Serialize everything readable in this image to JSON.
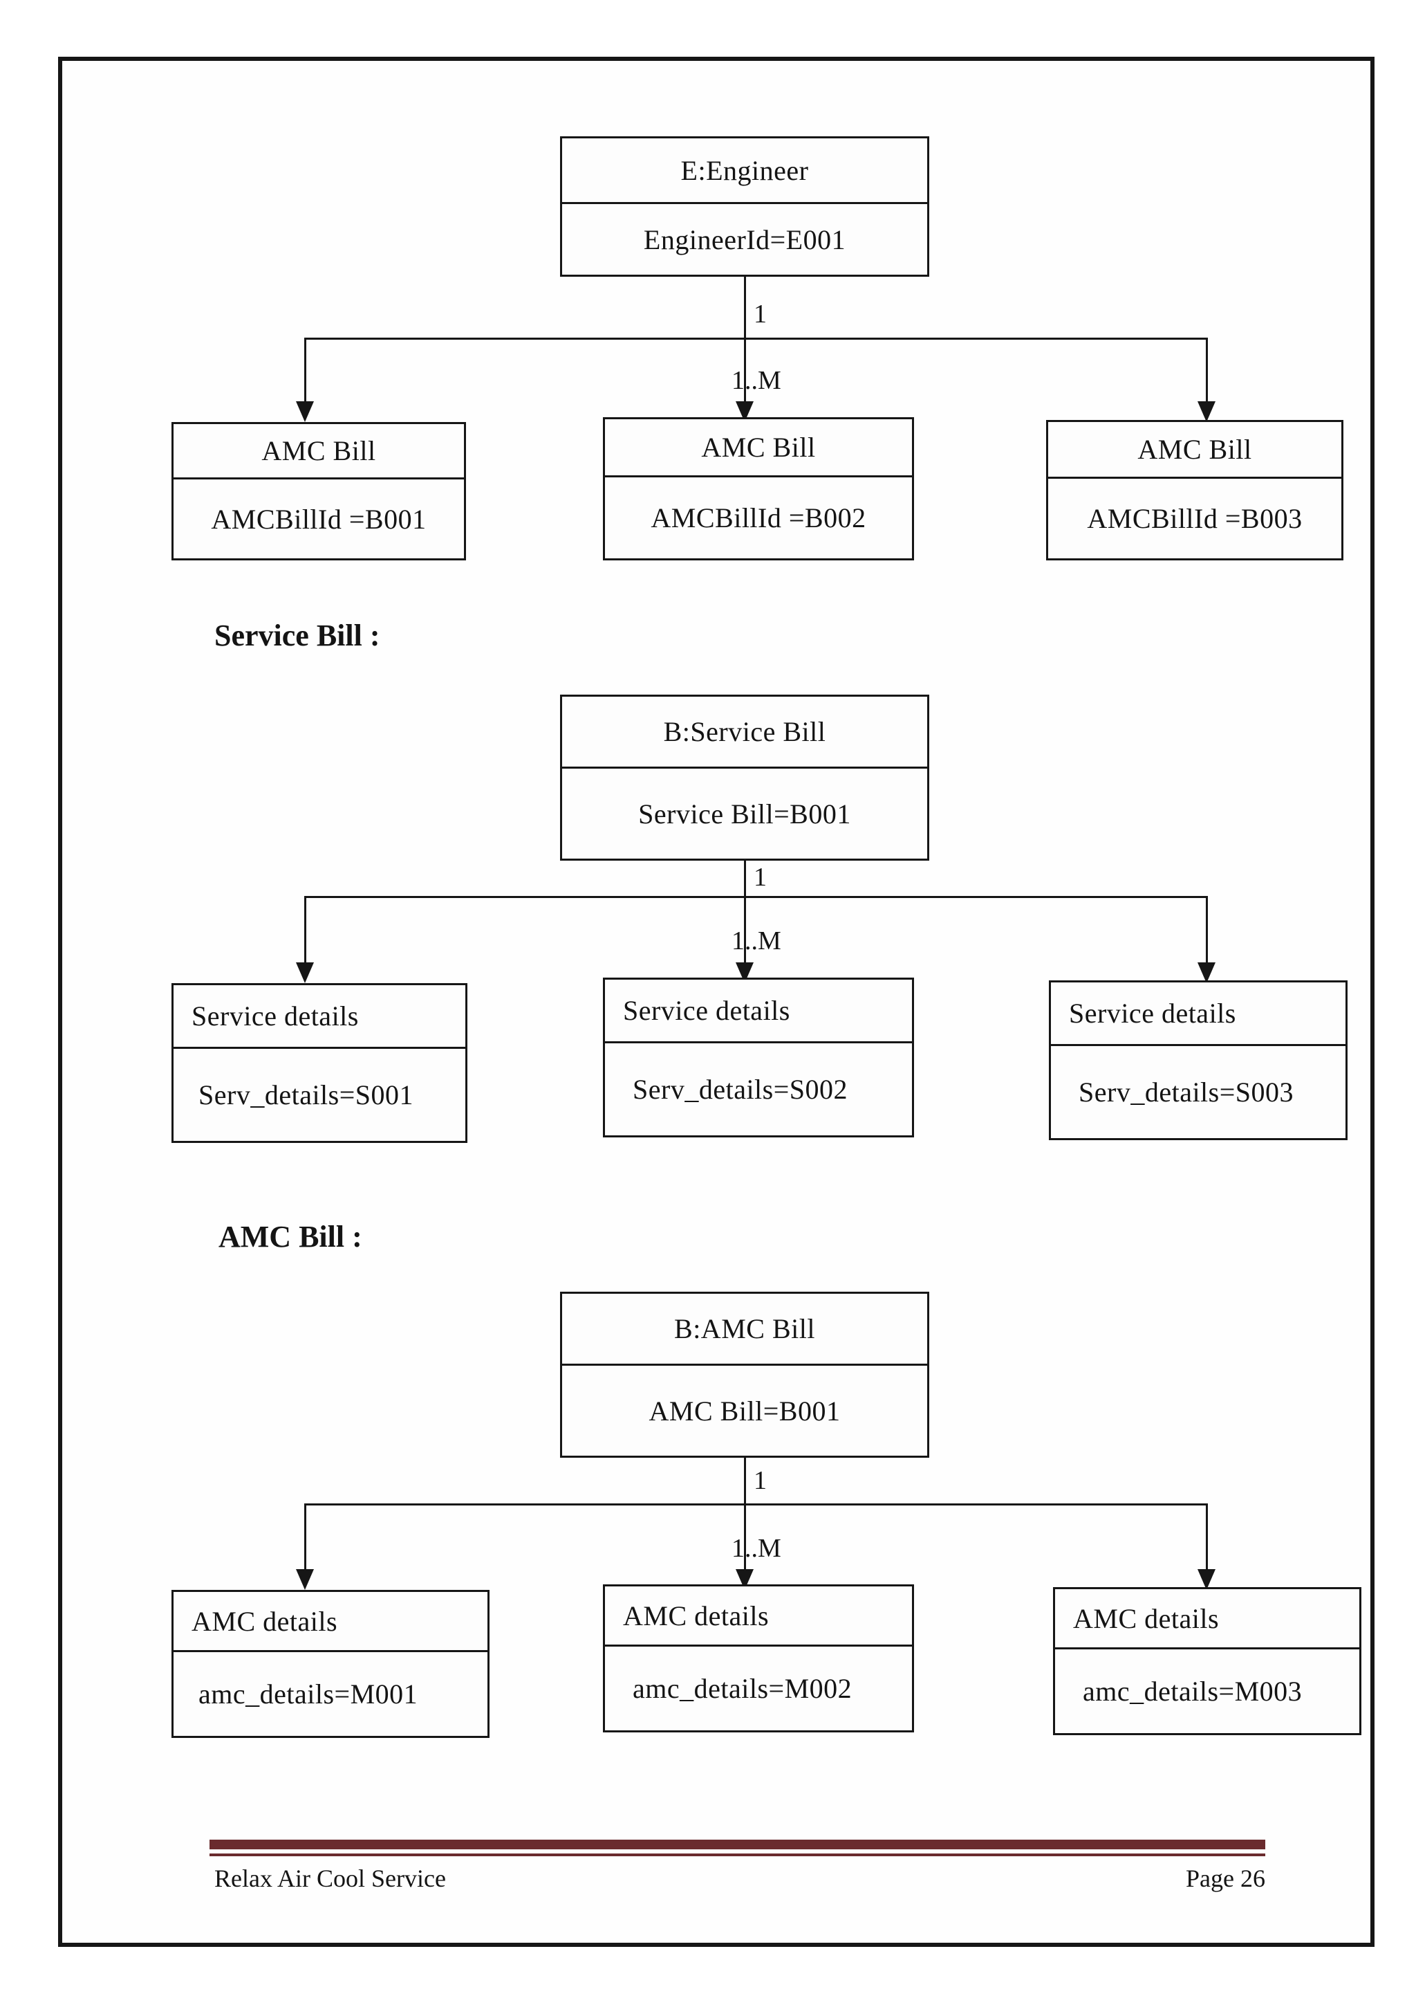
{
  "page": {
    "accent_color": "#6a2b2e",
    "footer": {
      "left": "Relax Air Cool Service",
      "right": "Page 26"
    }
  },
  "diagrams": [
    {
      "heading": "",
      "parent": {
        "title": "E:Engineer",
        "value": "EngineerId=E001"
      },
      "labels": {
        "one": "1",
        "many": "1..M"
      },
      "children": [
        {
          "title": "AMC Bill",
          "value": "AMCBillId =B001"
        },
        {
          "title": "AMC Bill",
          "value": "AMCBillId =B002"
        },
        {
          "title": "AMC Bill",
          "value": "AMCBillId =B003"
        }
      ]
    },
    {
      "heading": "Service Bill :",
      "parent": {
        "title": "B:Service Bill",
        "value": "Service Bill=B001"
      },
      "labels": {
        "one": "1",
        "many": "1..M"
      },
      "children": [
        {
          "title": "Service details",
          "value": "Serv_details=S001"
        },
        {
          "title": "Service details",
          "value": "Serv_details=S002"
        },
        {
          "title": "Service details",
          "value": "Serv_details=S003"
        }
      ]
    },
    {
      "heading": "AMC Bill :",
      "parent": {
        "title": "B:AMC Bill",
        "value": "AMC Bill=B001"
      },
      "labels": {
        "one": "1",
        "many": "1..M"
      },
      "children": [
        {
          "title": "AMC details",
          "value": "amc_details=M001"
        },
        {
          "title": "AMC details",
          "value": "amc_details=M002"
        },
        {
          "title": "AMC details",
          "value": "amc_details=M003"
        }
      ]
    }
  ]
}
